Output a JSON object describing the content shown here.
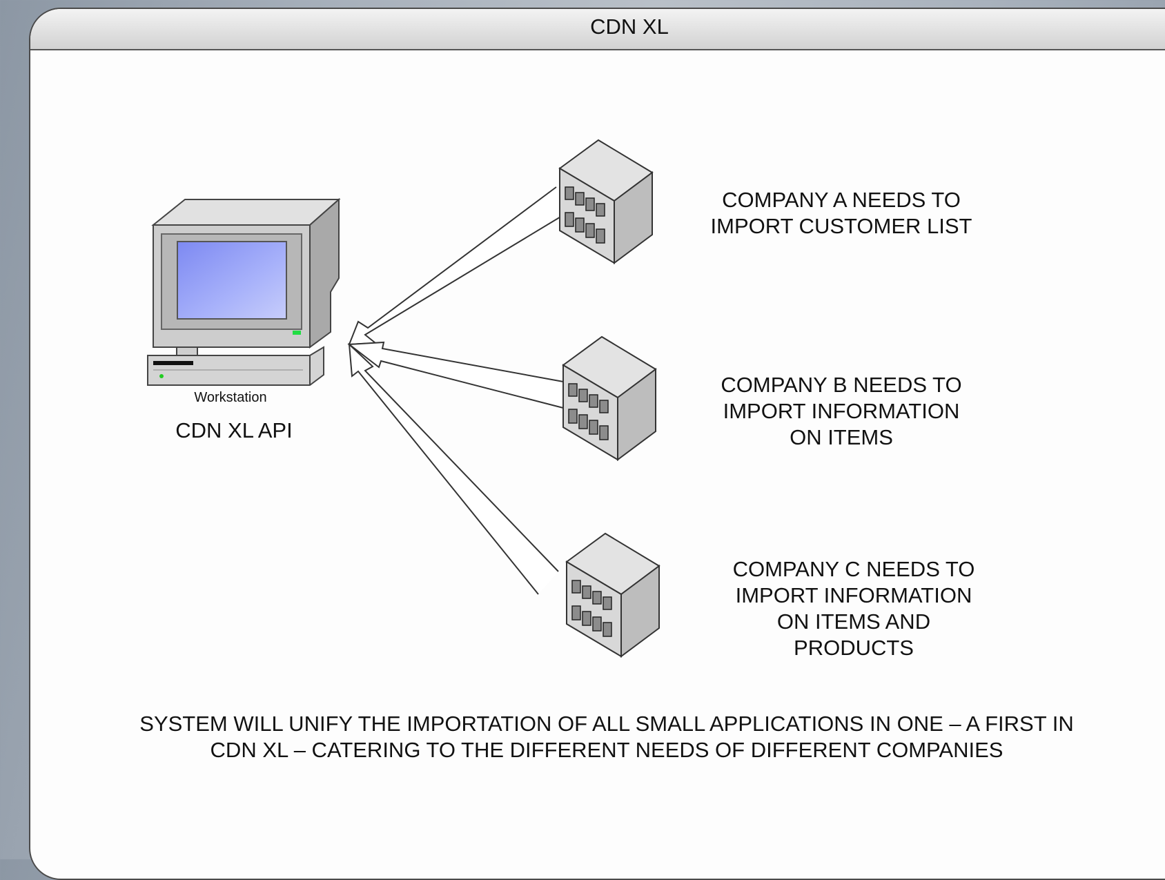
{
  "window": {
    "title": "CDN XL"
  },
  "workstation": {
    "caption": "Workstation",
    "label": "CDN XL API",
    "icon": "workstation-icon"
  },
  "companies": [
    {
      "lines": [
        "COMPANY A NEEDS TO",
        "IMPORT CUSTOMER LIST"
      ],
      "icon": "building-icon"
    },
    {
      "lines": [
        "COMPANY B NEEDS TO",
        "IMPORT INFORMATION",
        "ON ITEMS"
      ],
      "icon": "building-icon"
    },
    {
      "lines": [
        "COMPANY C NEEDS TO",
        "IMPORT INFORMATION",
        "ON ITEMS AND",
        "PRODUCTS"
      ],
      "icon": "building-icon"
    }
  ],
  "footer": {
    "lines": [
      "SYSTEM WILL UNIFY THE IMPORTATION OF ALL SMALL APPLICATIONS IN ONE – A FIRST IN",
      "CDN XL – CATERING TO THE DIFFERENT NEEDS OF DIFFERENT COMPANIES"
    ]
  },
  "colors": {
    "screen": "#8f9bf5",
    "power-led": "#22dd44",
    "building": "#d6d6d6",
    "computer": "#cfcfcf"
  }
}
